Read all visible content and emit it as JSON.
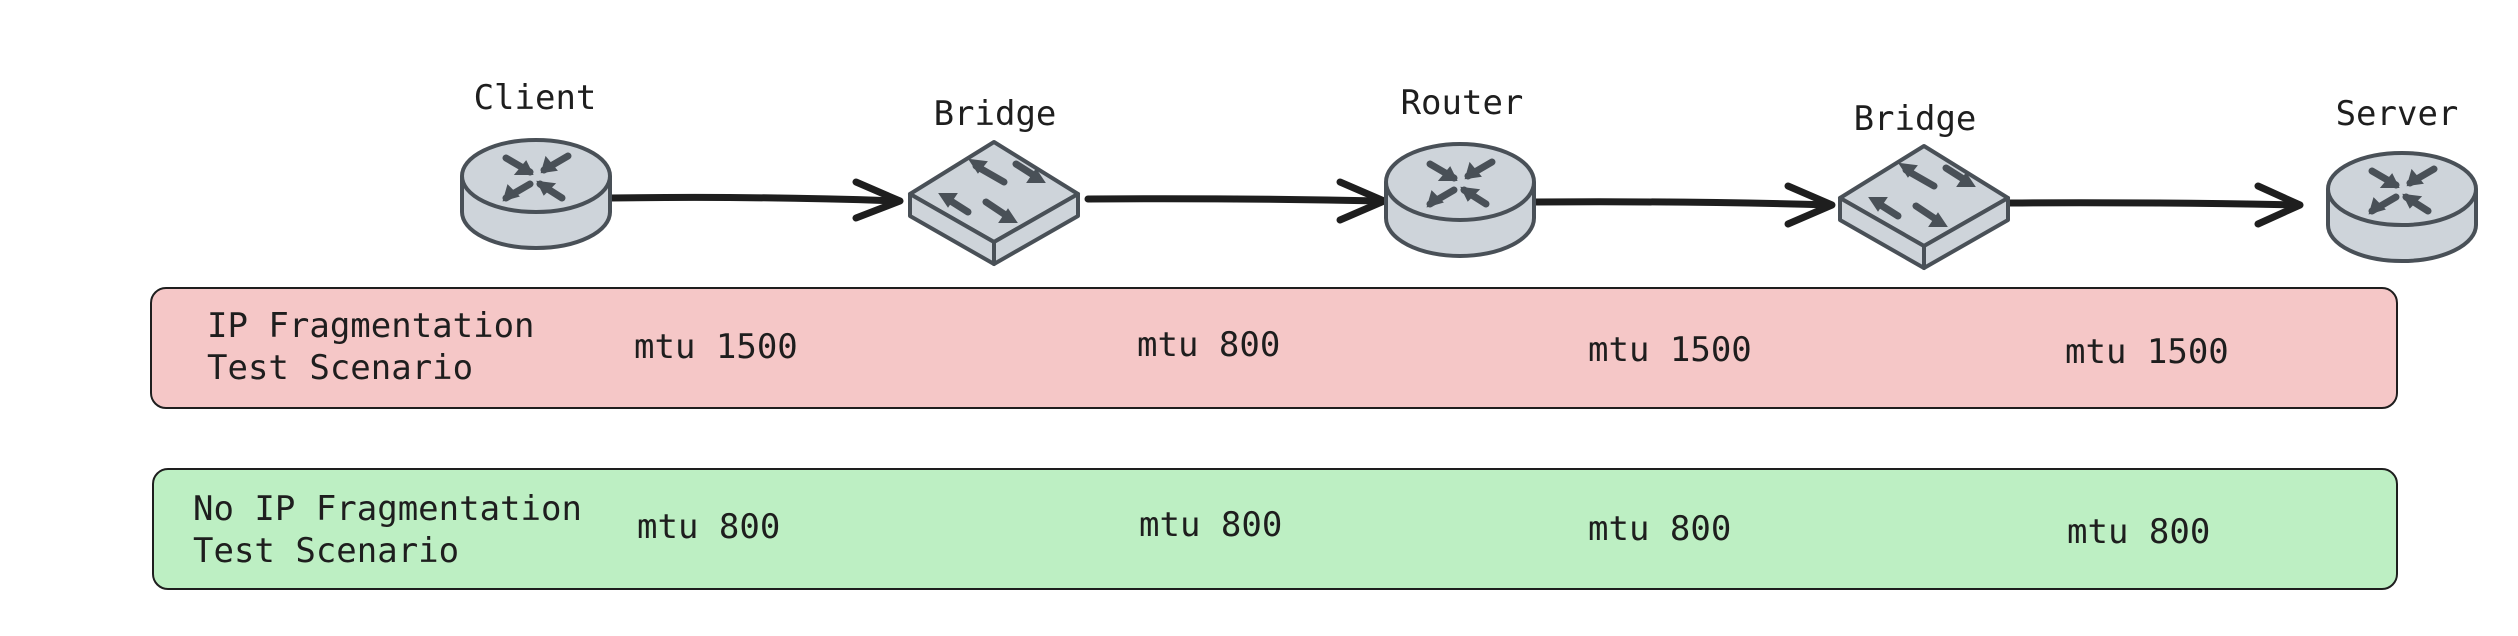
{
  "nodes": {
    "client": {
      "label": "Client",
      "icon": "router-icon"
    },
    "bridge1": {
      "label": "Bridge",
      "icon": "switch-icon"
    },
    "router": {
      "label": "Router",
      "icon": "router-icon"
    },
    "bridge2": {
      "label": "Bridge",
      "icon": "switch-icon"
    },
    "server": {
      "label": "Server",
      "icon": "router-icon"
    }
  },
  "scenarios": {
    "fragmentation": {
      "title": "IP Fragmentation\nTest Scenario",
      "color": "#f5c7c7",
      "links": [
        "mtu 1500",
        "mtu 800",
        "mtu 1500",
        "mtu 1500"
      ]
    },
    "no_fragmentation": {
      "title": "No IP Fragmentation\nTest Scenario",
      "color": "#bdefc3",
      "links": [
        "mtu 800",
        "mtu 800",
        "mtu 800",
        "mtu 800"
      ]
    }
  },
  "colors": {
    "device_fill": "#ced4da",
    "device_stroke": "#495057",
    "arrow": "#1e1e1e"
  }
}
